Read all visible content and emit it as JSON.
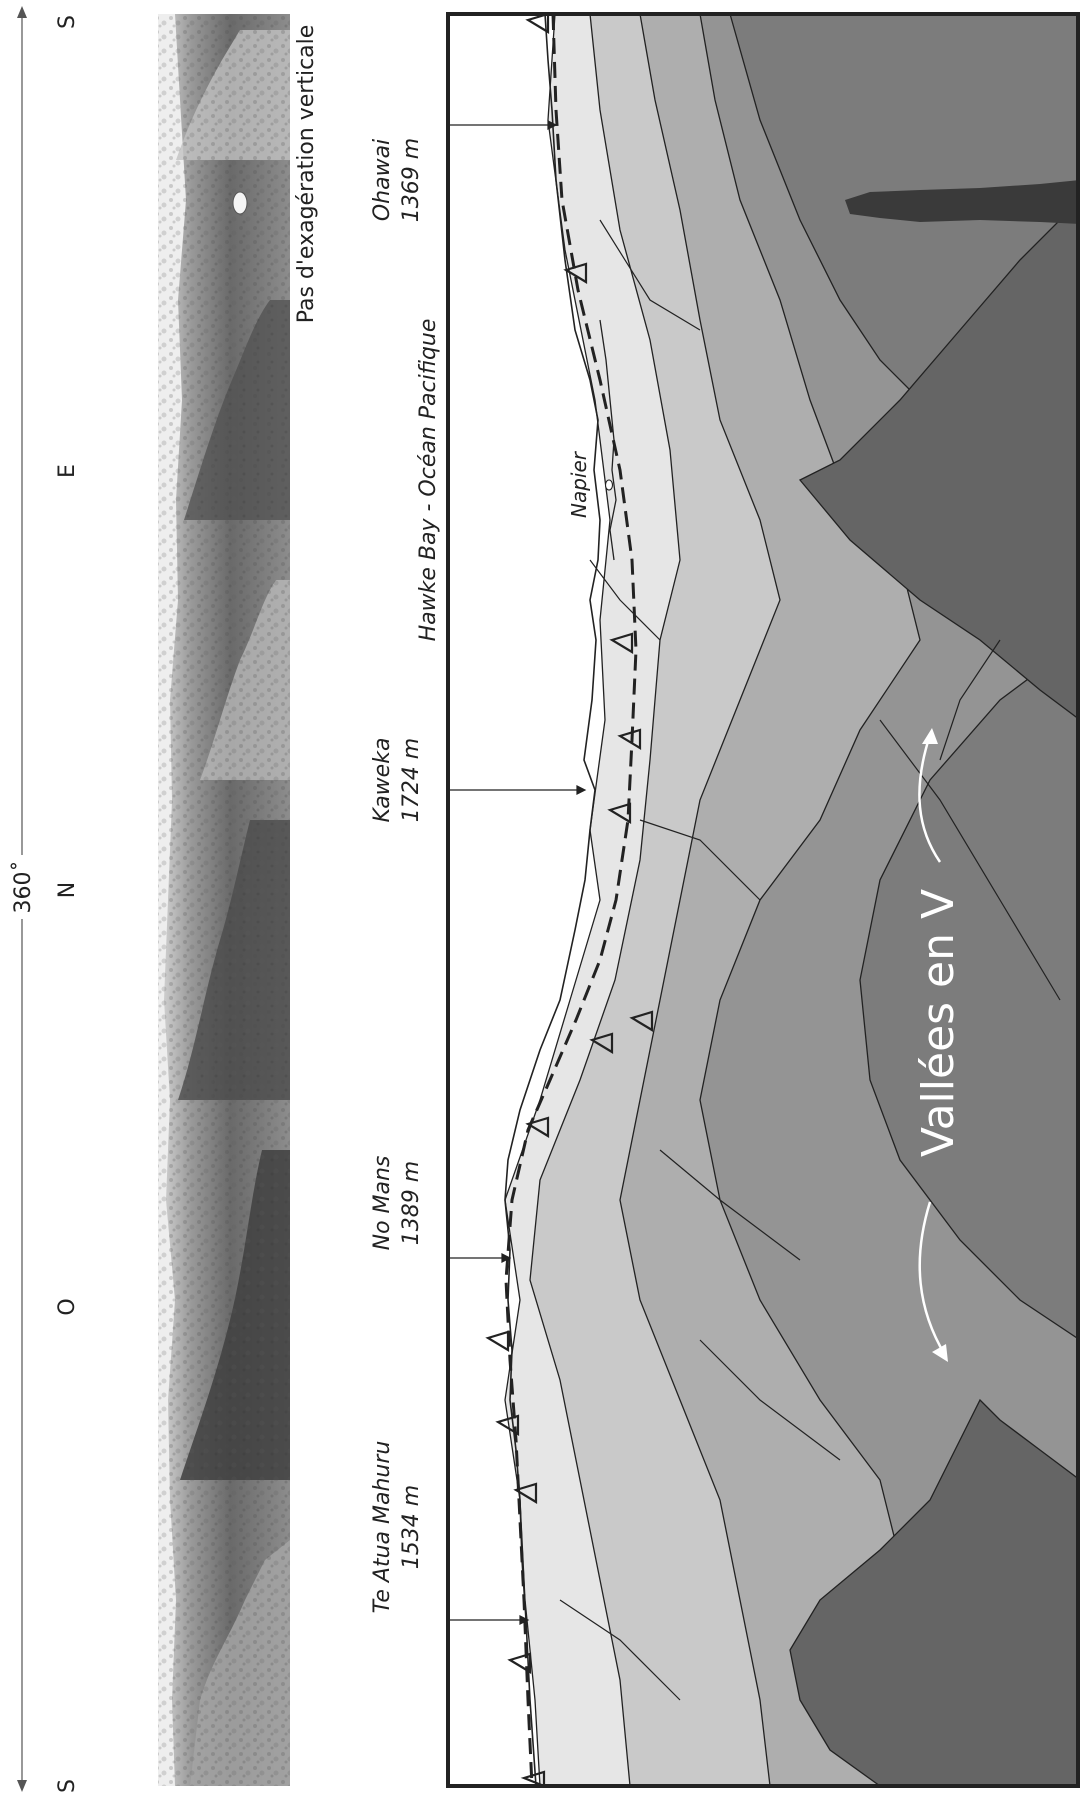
{
  "figure": {
    "span_label": "360˚",
    "compass": {
      "start": "S",
      "west": "O",
      "north": "N",
      "east": "E",
      "end": "S"
    },
    "photo_note": "Pas d'exagération verticale",
    "peaks": [
      {
        "name": "Te Atua Mahuru",
        "elevation": "1534 m"
      },
      {
        "name": "No Mans",
        "elevation": "1389 m"
      },
      {
        "name": "Kaweka",
        "elevation": "1724 m"
      },
      {
        "name": "Ohawai",
        "elevation": "1369 m"
      }
    ],
    "place_labels": {
      "bay": "Hawke Bay - Océan Pacifique",
      "town": "Napier"
    },
    "valley_label": "Vallées en V",
    "colors": {
      "frame": "#222222",
      "photo_dark": "#3a3a3a",
      "photo_mid": "#8a8a8a",
      "photo_light": "#d8d8d8",
      "band_1": "#e6e6e6",
      "band_2": "#c9c9c9",
      "band_3": "#aeaeae",
      "band_4": "#949494",
      "band_5": "#7c7c7c",
      "band_6": "#656565",
      "band_7": "#3a3a3a"
    }
  }
}
